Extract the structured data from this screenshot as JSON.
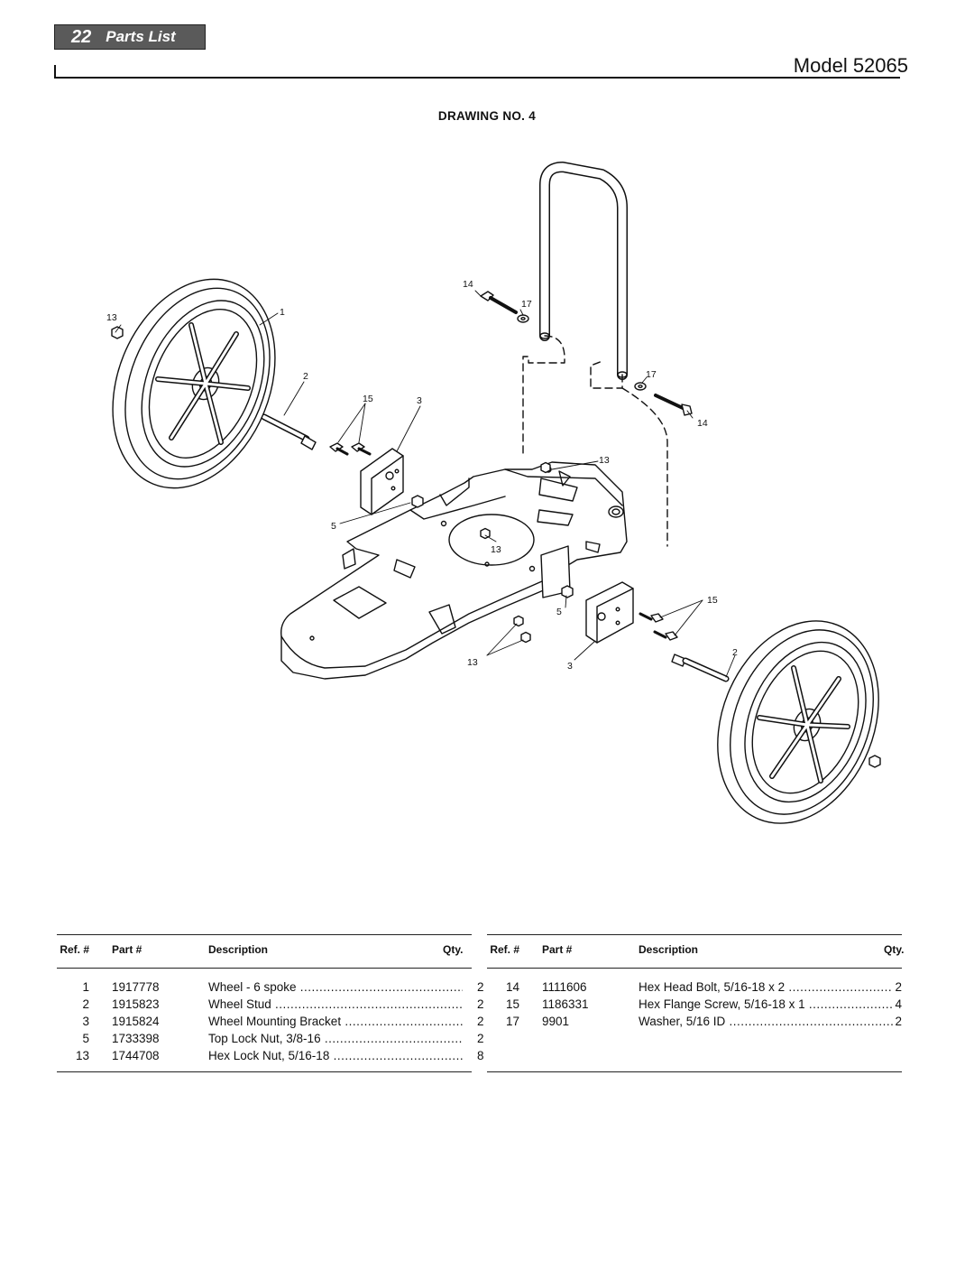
{
  "header": {
    "page_number": "22",
    "section_title": "Parts List",
    "model_label": "Model 52065"
  },
  "drawing": {
    "title": "DRAWING NO. 4",
    "callouts": [
      "14",
      "17",
      "13",
      "1",
      "2",
      "15",
      "3",
      "17",
      "14",
      "13",
      "5",
      "13",
      "15",
      "5",
      "2",
      "13",
      "3"
    ]
  },
  "parts_table": {
    "headers": {
      "ref": "Ref. #",
      "part": "Part #",
      "description": "Description",
      "qty": "Qty."
    },
    "left_rows": [
      {
        "ref": "1",
        "part": "1917778",
        "description": "Wheel - 6 spoke",
        "qty": "2"
      },
      {
        "ref": "2",
        "part": "1915823",
        "description": "Wheel Stud",
        "qty": "2"
      },
      {
        "ref": "3",
        "part": "1915824",
        "description": "Wheel Mounting Bracket",
        "qty": "2"
      },
      {
        "ref": "5",
        "part": "1733398",
        "description": "Top Lock Nut, 3/8-16",
        "qty": "2"
      },
      {
        "ref": "13",
        "part": "1744708",
        "description": "Hex Lock Nut, 5/16-18",
        "qty": "8"
      }
    ],
    "right_rows": [
      {
        "ref": "14",
        "part": "1111606",
        "description": "Hex Head Bolt, 5/16-18 x 2",
        "qty": "2"
      },
      {
        "ref": "15",
        "part": "1186331",
        "description": "Hex Flange Screw, 5/16-18 x 1",
        "qty": "4"
      },
      {
        "ref": "17",
        "part": "9901",
        "description": "Washer, 5/16 ID",
        "qty": "2"
      }
    ]
  }
}
